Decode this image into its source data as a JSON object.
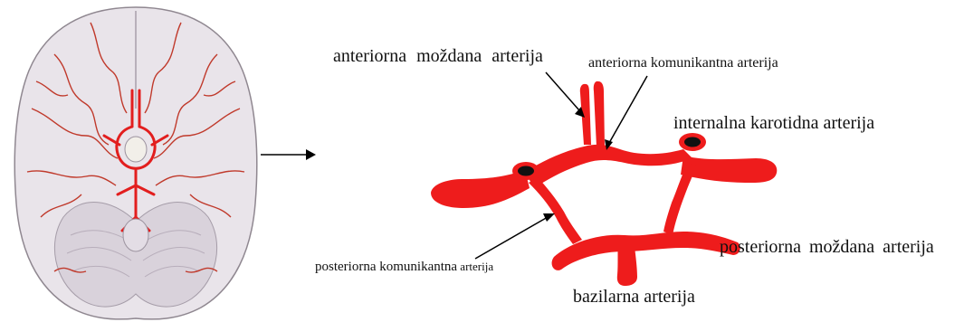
{
  "labels": {
    "anterior_cerebral": "anteriorna  moždana  arterija",
    "anterior_communicating": "anteriorna komunikantna arterija",
    "internal_carotid": "internalna karotidna arterija",
    "posterior_cerebral": "posteriorna  moždana   arterija",
    "posterior_communicating_main": "posteriorna komunikantna",
    "posterior_communicating_tail": " arterija",
    "basilar": "bazilarna arterija"
  },
  "colors": {
    "artery": "#ee1c1c",
    "artery_dark": "#c40f0f",
    "brain_fill": "#e9e4ea",
    "brain_shade": "#cfc8d2",
    "vessel_small": "#c0392b",
    "line": "#000000"
  },
  "icons": {
    "arrow": "right-arrow-icon",
    "brain": "brain-underside-illustration"
  }
}
